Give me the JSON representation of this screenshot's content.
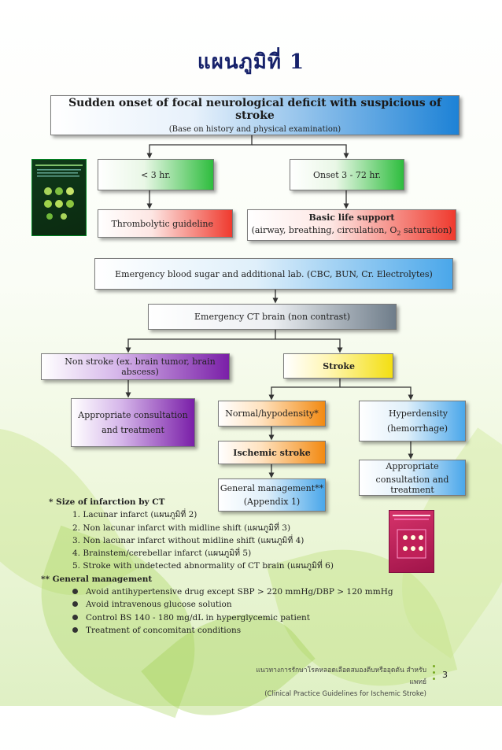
{
  "title": "แผนภูมิที่ 1",
  "flow": {
    "onset_title": "Sudden onset of focal neurological deficit with suspicious of stroke",
    "onset_sub": "(Base on history and physical examination)",
    "lt3": "< 3 hr.",
    "onset3_72": "Onset 3 - 72 hr.",
    "thrombolytic": "Thrombolytic guideline",
    "bls_title": "Basic life support",
    "bls_sub_pre": "(airway, breathing, circulation, O",
    "bls_sub_subscript": "2",
    "bls_sub_post": " saturation)",
    "blood_sugar": "Emergency blood sugar and additional lab. (CBC, BUN, Cr. Electrolytes)",
    "ct": "Emergency CT brain (non contrast)",
    "non_stroke": "Non stroke (ex. brain tumor, brain abscess)",
    "stroke": "Stroke",
    "appropriate_consult_1": "Appropriate consultation",
    "appropriate_consult_2": "and treatment",
    "normal_hypo": "Normal/hypodensity*",
    "hyperdensity_1": "Hyperdensity",
    "hyperdensity_2": "(hemorrhage)",
    "ischemic": "Ischemic stroke",
    "general_mgmt_1": "General management**",
    "general_mgmt_2": "(Appendix 1)",
    "appropriate_2_1": "Appropriate",
    "appropriate_2_2": "consultation and treatment"
  },
  "notes": {
    "size_heading": "*   Size of infarction by CT",
    "items": [
      "1.  Lacunar infarct (แผนภูมิที่ 2)",
      "2.  Non lacunar infarct with midline shift (แผนภูมิที่ 3)",
      "3.  Non lacunar infarct without midline shift (แผนภูมิที่ 4)",
      "4.  Brainstem/cerebellar infarct (แผนภูมิที่ 5)",
      "5.  Stroke with undetected abnormality of CT brain (แผนภูมิที่ 6)"
    ],
    "general_heading": "**   General management",
    "bullets": [
      "Avoid antihypertensive drug except SBP > 220 mmHg/DBP > 120 mmHg",
      "Avoid intravenous glucose solution",
      "Control BS 140 - 180 mg/dL in hyperglycemic patient",
      "Treatment of concomitant conditions"
    ]
  },
  "footer": {
    "line1": "แนวทางการรักษาโรคหลอดเลือดสมองตีบหรืออุดตัน  สำหรับแพทย์",
    "line2": "(Clinical Practice Guidelines for Ischemic Stroke)",
    "page": "3"
  },
  "colors": {
    "title": "#16216a",
    "arrow": "#333333"
  },
  "icons": {
    "book_cover_left": "green-book-cover",
    "book_cover_right": "red-book-cover"
  }
}
